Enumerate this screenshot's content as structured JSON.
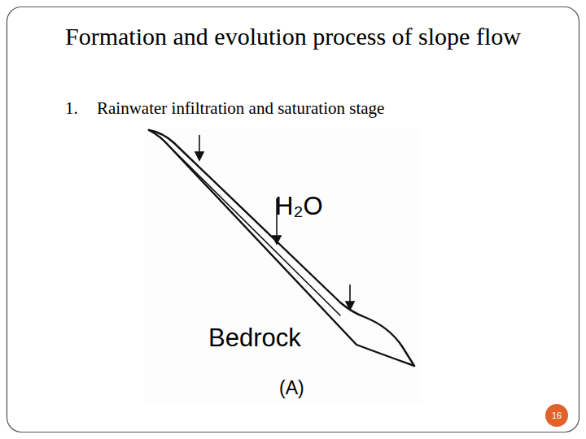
{
  "diagram": {
    "title": "Formation and evolution process of slope flow",
    "labels": [
      "1.",
      "Rainwater infiltration and saturation stage",
      "H₂O",
      "Bedrock",
      "(A)",
      "16"
    ]
  }
}
